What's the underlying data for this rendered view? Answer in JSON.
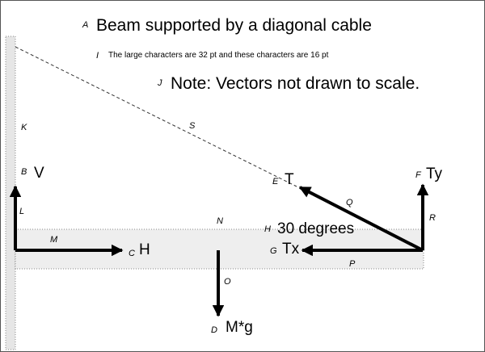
{
  "title": "Beam supported by a diagonal cable",
  "subtitle": "The large characters are 32 pt and these characters are 16 pt",
  "note": "Note: Vectors not drawn to scale.",
  "forces": {
    "vertical_support": "V",
    "horizontal_support": "H",
    "weight": "M*g",
    "tension": "T",
    "tension_x": "Tx",
    "tension_y": "Ty",
    "angle": "30 degrees"
  },
  "tags": {
    "title": "A",
    "v": "B",
    "h": "C",
    "weight": "D",
    "tension": "E",
    "ty": "F",
    "tx": "G",
    "angle": "H",
    "subtitle": "I",
    "note": "J",
    "wall": "K",
    "v_arrow": "L",
    "h_arrow": "M",
    "beam": "N",
    "weight_arrow": "O",
    "tx_arrow": "P",
    "tension_arrow": "Q",
    "ty_arrow": "R",
    "cable": "S"
  },
  "colors": {
    "wall_fill": "#e6e6e6",
    "beam_fill": "#eeeeee",
    "dots": "#888888",
    "vector": "#000000"
  }
}
